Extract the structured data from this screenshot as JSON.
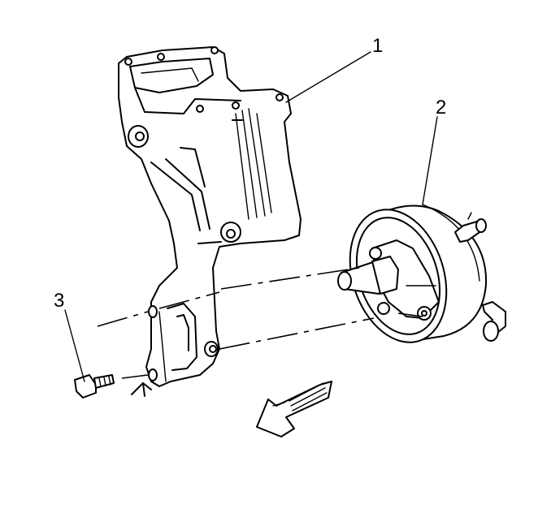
{
  "labels": {
    "bracket": "1",
    "pump": "2",
    "bolt": "3"
  },
  "colors": {
    "line": "#000000",
    "background": "#ffffff"
  },
  "icons": {
    "direction": "arrow-down-left-icon"
  }
}
